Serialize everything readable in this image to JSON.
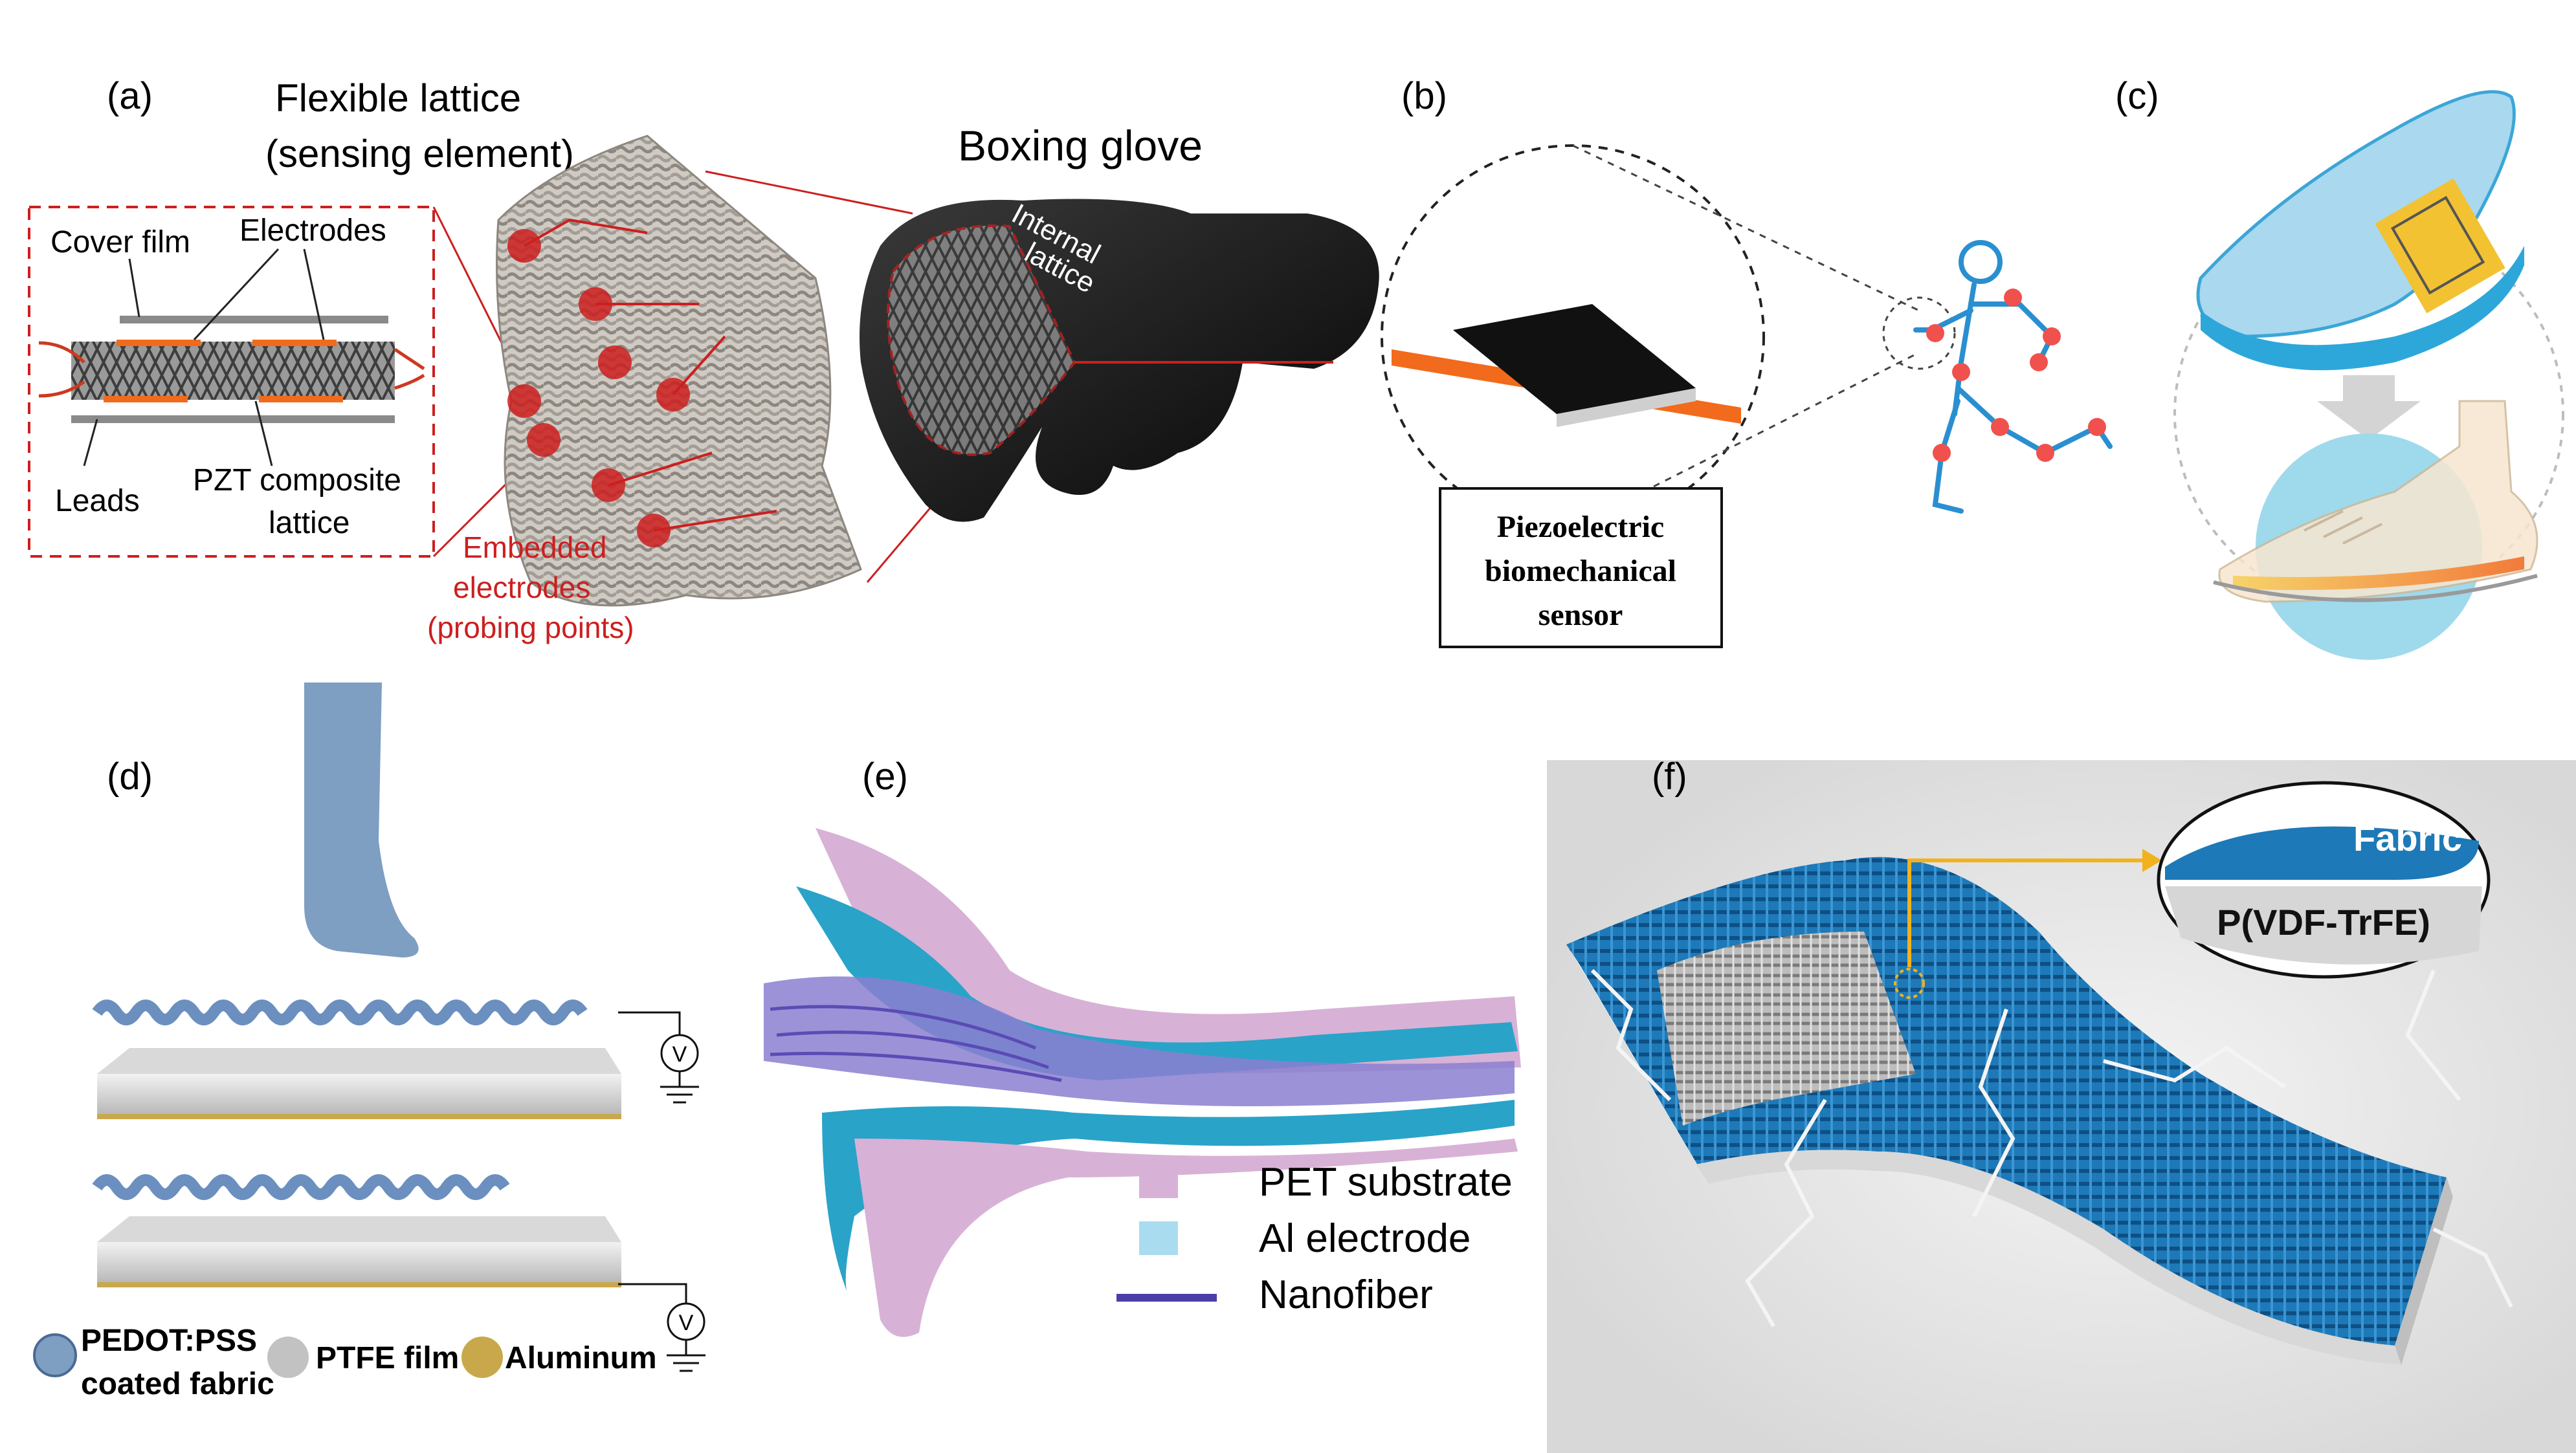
{
  "panels": {
    "a": {
      "letter": "(a)",
      "title_line1": "Flexible lattice",
      "title_line2": "(sensing element)",
      "glove_title": "Boxing glove",
      "inset_labels": {
        "cover_film": "Cover film",
        "electrodes": "Electrodes",
        "leads": "Leads",
        "pzt_line1": "PZT composite",
        "pzt_line2": "lattice"
      },
      "internal_line1": "Internal",
      "internal_line2": "lattice",
      "embedded_line1": "Embedded",
      "embedded_line2": "electrodes",
      "embedded_line3": "(probing points)"
    },
    "b": {
      "letter": "(b)",
      "sensor_line1": "Piezoelectric",
      "sensor_line2": "biomechanical",
      "sensor_line3": "sensor"
    },
    "c": {
      "letter": "(c)"
    },
    "d": {
      "letter": "(d)",
      "meter_symbol": "V",
      "legend": {
        "fabric_line1": "PEDOT:PSS",
        "fabric_line2": "coated fabric",
        "ptfe": "PTFE film",
        "aluminum": "Aluminum"
      }
    },
    "e": {
      "letter": "(e)",
      "legend": {
        "pet": "PET substrate",
        "al": "Al electrode",
        "nanofiber": "Nanofiber"
      }
    },
    "f": {
      "letter": "(f)",
      "callout_fabric": "Fabric",
      "callout_polymer": "P(VDF-TrFE)"
    }
  },
  "colors": {
    "accent_red": "#cc1f1f",
    "sensor_orange": "#f26a1b",
    "fabric_blue": "#1d79b8",
    "pet_pink": "#d7b2d6",
    "al_blue": "#2aa3c9",
    "nanofiber_purple": "#6a5bc0",
    "sock_blue": "#7e9ec2",
    "aluminum_gold": "#c8a84a"
  }
}
